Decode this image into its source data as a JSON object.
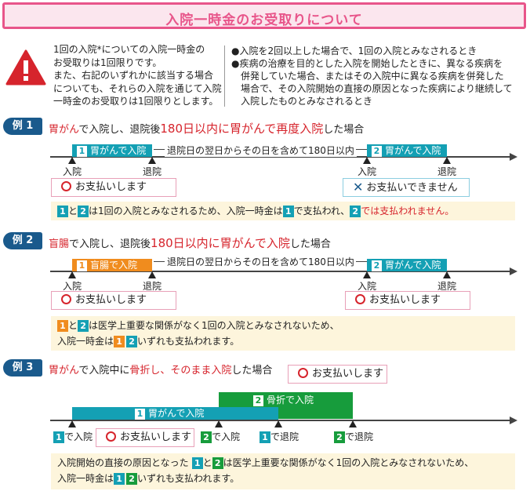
{
  "header": {
    "title": "入院一時金のお受取りについて"
  },
  "notice": {
    "left_lines": [
      "1回の入院*についての入院一時金の",
      "お受取りは1回限りです。",
      "また、右記のいずれかに該当する場合",
      "についても、それらの入院を通じて入院",
      "一時金のお受取りは1回限りとします。"
    ],
    "right_lines": [
      "●入院を2回以上した場合で、1回の入院とみなされるとき",
      "●疾病の治療を目的とした入院を開始したときに、異なる疾病を",
      "　併発していた場合、またはその入院中に異なる疾病を併発した",
      "　場合で、その入院開始の直接の原因となった疾病により継続して",
      "　入院したものとみなされるとき"
    ]
  },
  "examples": [
    {
      "badge": "例 1",
      "title_parts": [
        {
          "text": "胃がん",
          "red": true,
          "big": false
        },
        {
          "text": "で入院し、退院後",
          "red": false,
          "big": false
        },
        {
          "text": "180日以内に胃がんで再度入院",
          "red": true,
          "big": true
        },
        {
          "text": "した場合",
          "red": false,
          "big": false
        }
      ],
      "bar1_num": "1",
      "bar1_label": "胃がんで入院",
      "span_label": "退院日の翌日からその日を含めて180日以内",
      "bar2_num": "2",
      "bar2_label": "胃がんで入院",
      "ticks": [
        "入院",
        "退院",
        "入院",
        "退院"
      ],
      "pay1": "お支払いします",
      "pay2": "お支払いできません",
      "note": {
        "n1": "1",
        "and": "と",
        "n2": "2",
        "text1": "は1回の入院とみなされるため、入院一時金は",
        "n3": "1",
        "text2": "で支払われ、",
        "n4": "2",
        "text3": "では支払われません。"
      }
    },
    {
      "badge": "例 2",
      "title_parts": [
        {
          "text": "盲腸",
          "red": true,
          "big": false
        },
        {
          "text": "で入院し、退院後",
          "red": false,
          "big": false
        },
        {
          "text": "180日以内に胃がんで入院",
          "red": true,
          "big": true
        },
        {
          "text": "した場合",
          "red": false,
          "big": false
        }
      ],
      "bar1_num": "1",
      "bar1_label": "盲腸で入院",
      "span_label": "退院日の翌日からその日を含めて180日以内",
      "bar2_num": "2",
      "bar2_label": "胃がんで入院",
      "ticks": [
        "入院",
        "退院",
        "入院",
        "退院"
      ],
      "pay1": "お支払いします",
      "pay2": "お支払いします",
      "note": {
        "n1": "1",
        "and": "と",
        "n2": "2",
        "text1": "は医学上重要な関係がなく1回の入院とみなされないため、",
        "line2": "入院一時金は",
        "n3": "1",
        "n4": "2",
        "text2": "いずれも支払われます。"
      }
    },
    {
      "badge": "例 3",
      "title_parts": [
        {
          "text": "胃がん",
          "red": true,
          "big": false
        },
        {
          "text": "で入院中に",
          "red": false,
          "big": false
        },
        {
          "text": "骨折",
          "red": true,
          "big": false
        },
        {
          "text": "し、そのまま入院",
          "red": true,
          "big": false
        },
        {
          "text": "した場合",
          "red": false,
          "big": false
        }
      ],
      "bar1_num": "1",
      "bar1_label": "胃がんで入院",
      "bar2_num": "2",
      "bar2_label": "骨折で入院",
      "ticks": [
        {
          "num": "1",
          "label": "で入院"
        },
        {
          "num": "2",
          "label": "で入院"
        },
        {
          "num": "1",
          "label": "で退院"
        },
        {
          "num": "2",
          "label": "で退院"
        }
      ],
      "pay1": "お支払いします",
      "pay2": "お支払いします",
      "note": {
        "text0": "入院開始の直接の原因となった",
        "n1": "1",
        "and": "と",
        "n2": "2",
        "text1": "は医学上重要な関係がなく1回の入院とみなされないため、",
        "line2": "入院一時金は",
        "n3": "1",
        "n4": "2",
        "text2": "いずれも支払われます。"
      }
    }
  ],
  "colors": {
    "pink": "#e8558a",
    "teal": "#14a0b4",
    "orange": "#f08c1e",
    "green": "#179c3c",
    "navy": "#1a5a8c",
    "red": "#d6242c"
  },
  "icons": {
    "warning": "warning-triangle-icon",
    "check": "circle-icon",
    "cross": "cross-icon"
  }
}
